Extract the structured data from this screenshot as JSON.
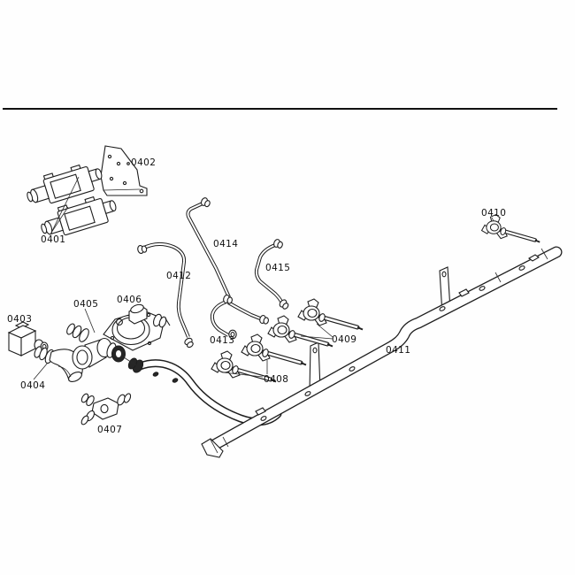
{
  "diagram": {
    "part_labels": [
      "0401",
      "0402",
      "0403",
      "0404",
      "0405",
      "0406",
      "0407",
      "0408",
      "0409",
      "0410",
      "0411",
      "0412",
      "0413",
      "0414",
      "0415"
    ]
  }
}
